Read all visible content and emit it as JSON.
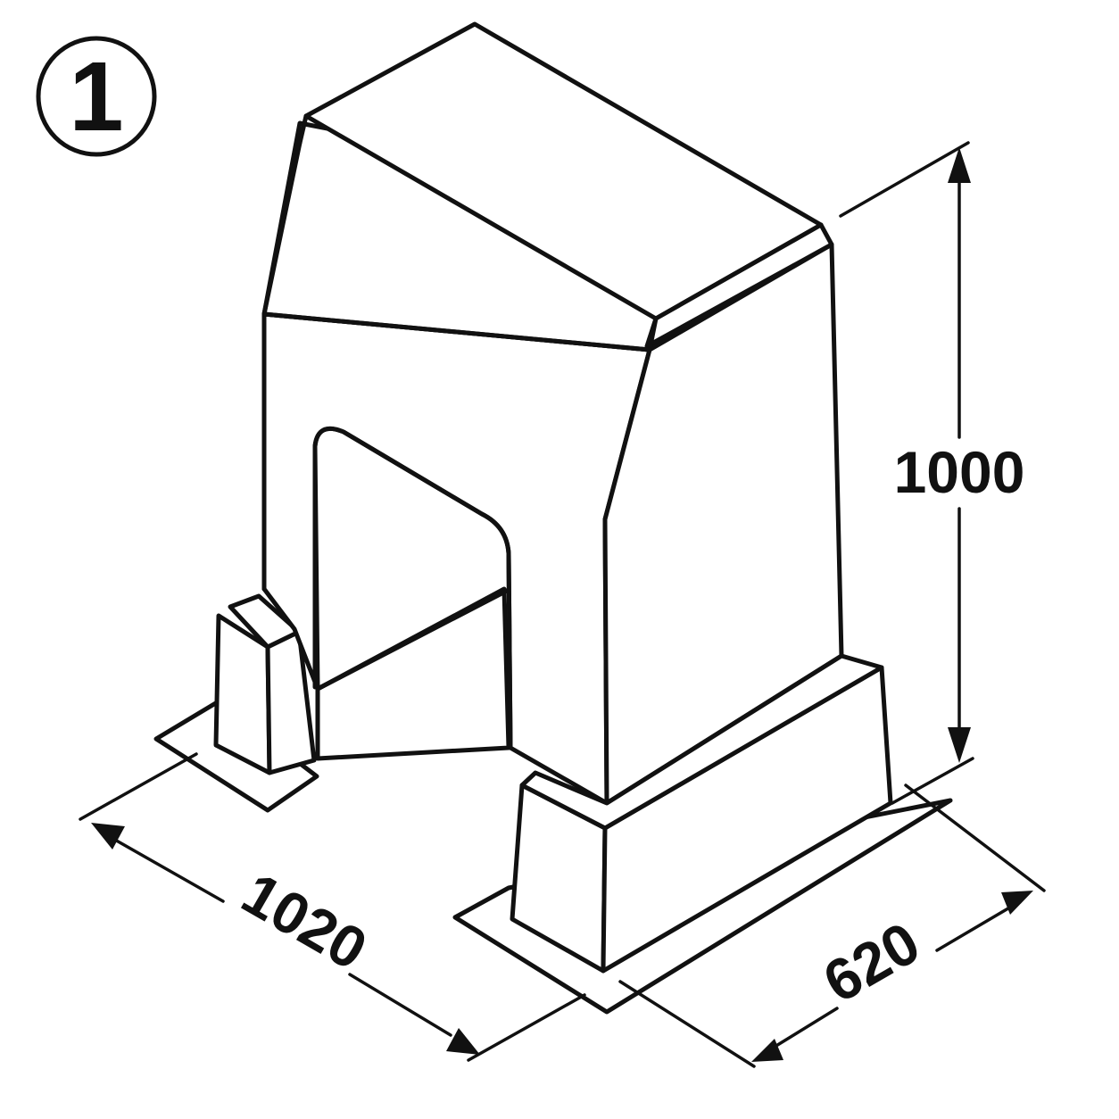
{
  "step": {
    "number": "1"
  },
  "dimensions": {
    "height": "1000",
    "length": "1020",
    "width": "620"
  },
  "colors": {
    "line": "#111111",
    "background": "#ffffff"
  }
}
